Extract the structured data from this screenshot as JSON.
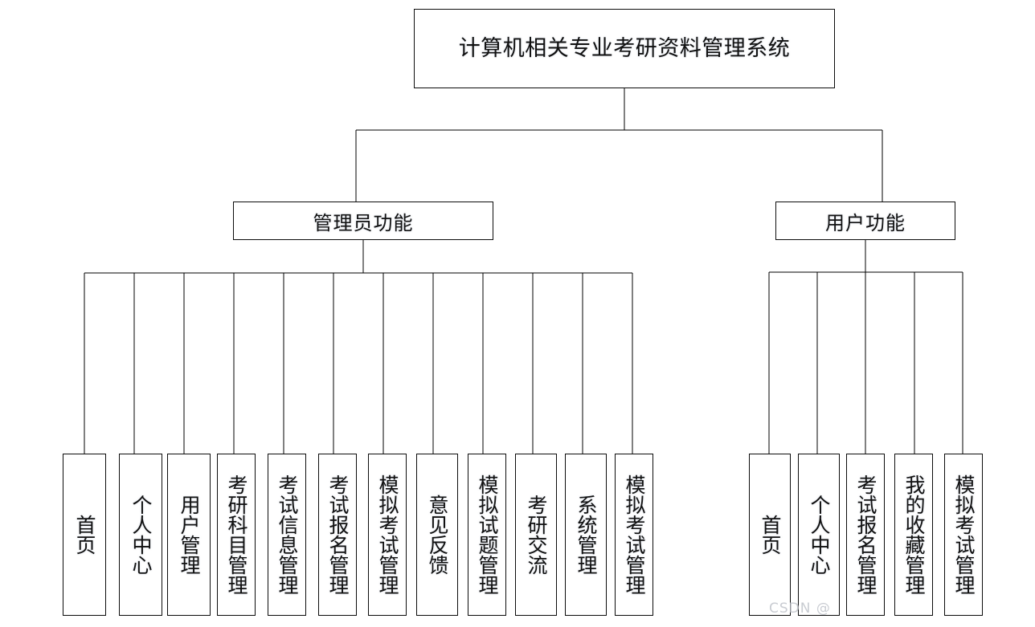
{
  "diagram": {
    "type": "organization-tree",
    "root": {
      "id": "system-root",
      "label": "计算机相关专业考研资料管理系统"
    },
    "branches": [
      {
        "id": "admin-branch",
        "label": "管理员功能",
        "leaves": [
          {
            "id": "admin-leaf-1",
            "label": "首页"
          },
          {
            "id": "admin-leaf-2",
            "label": "个人中心"
          },
          {
            "id": "admin-leaf-3",
            "label": "用户管理"
          },
          {
            "id": "admin-leaf-4",
            "label": "考研科目管理"
          },
          {
            "id": "admin-leaf-5",
            "label": "考试信息管理"
          },
          {
            "id": "admin-leaf-6",
            "label": "考试报名管理"
          },
          {
            "id": "admin-leaf-7",
            "label": "模拟考试管理"
          },
          {
            "id": "admin-leaf-8",
            "label": "意见反馈"
          },
          {
            "id": "admin-leaf-9",
            "label": "模拟试题管理"
          },
          {
            "id": "admin-leaf-10",
            "label": "考研交流"
          },
          {
            "id": "admin-leaf-11",
            "label": "系统管理"
          },
          {
            "id": "admin-leaf-12",
            "label": "模拟考试管理"
          }
        ]
      },
      {
        "id": "user-branch",
        "label": "用户功能",
        "leaves": [
          {
            "id": "user-leaf-1",
            "label": "首页"
          },
          {
            "id": "user-leaf-2",
            "label": "个人中心"
          },
          {
            "id": "user-leaf-3",
            "label": "考试报名管理"
          },
          {
            "id": "user-leaf-4",
            "label": "我的收藏管理"
          },
          {
            "id": "user-leaf-5",
            "label": "模拟考试管理"
          }
        ]
      }
    ],
    "watermark": "CSDN @",
    "colors": {
      "stroke": "#0c0c0c",
      "background": "#ffffff",
      "text": "#111111",
      "watermark": "#c9ccd2"
    }
  }
}
